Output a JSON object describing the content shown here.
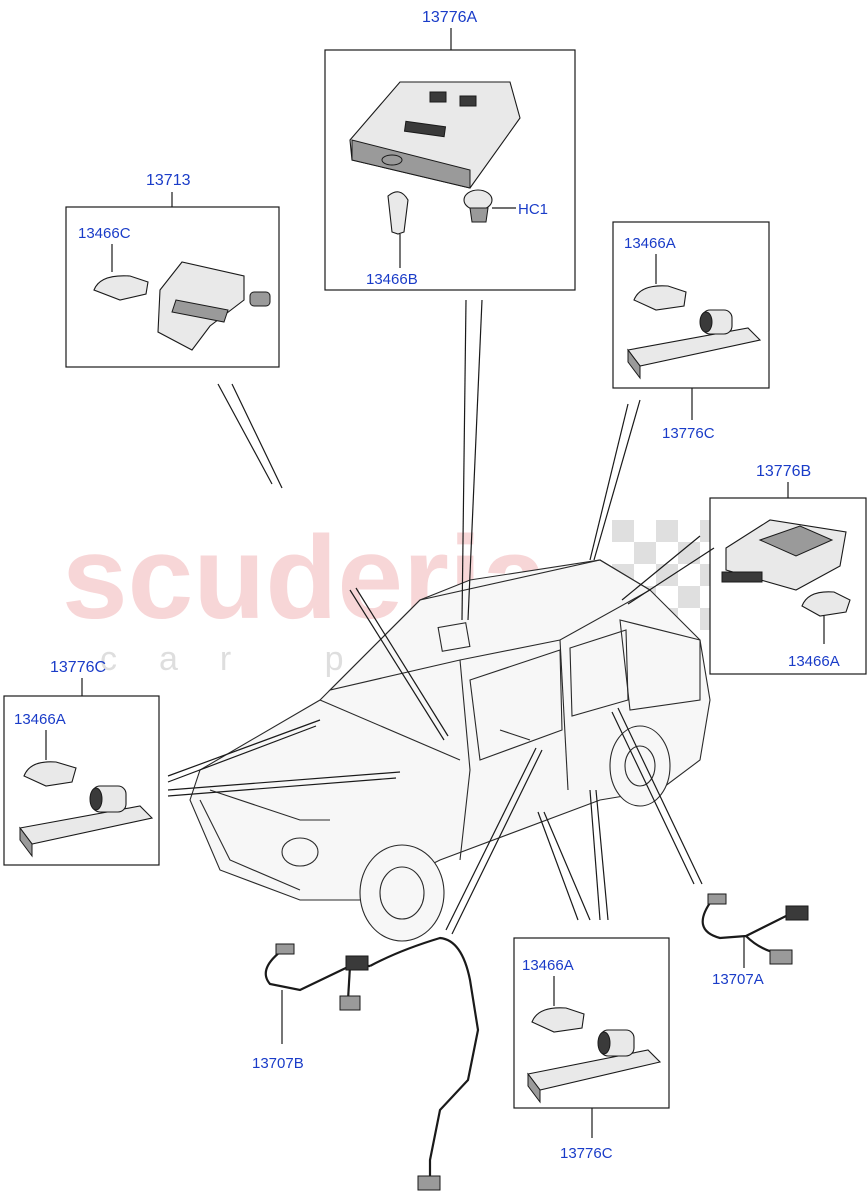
{
  "watermark": {
    "brand": "scuderia",
    "tagline": "car parts"
  },
  "callouts": {
    "assy_13776A": "13776A",
    "part_13466B": "13466B",
    "part_HC1": "HC1",
    "assy_13713": "13713",
    "part_13466C": "13466C",
    "assy_13776C_top_right": "13776C",
    "part_13466A_top_right": "13466A",
    "assy_13776B": "13776B",
    "part_13466A_right": "13466A",
    "assy_13776C_left": "13776C",
    "part_13466A_left": "13466A",
    "assy_13776C_bottom": "13776C",
    "part_13466A_bottom": "13466A",
    "harness_13707A": "13707A",
    "harness_13707B": "13707B"
  },
  "colors": {
    "callout_text": "#1a3cc8",
    "line": "#1a1a1a",
    "watermark": "#f2b5b8"
  }
}
